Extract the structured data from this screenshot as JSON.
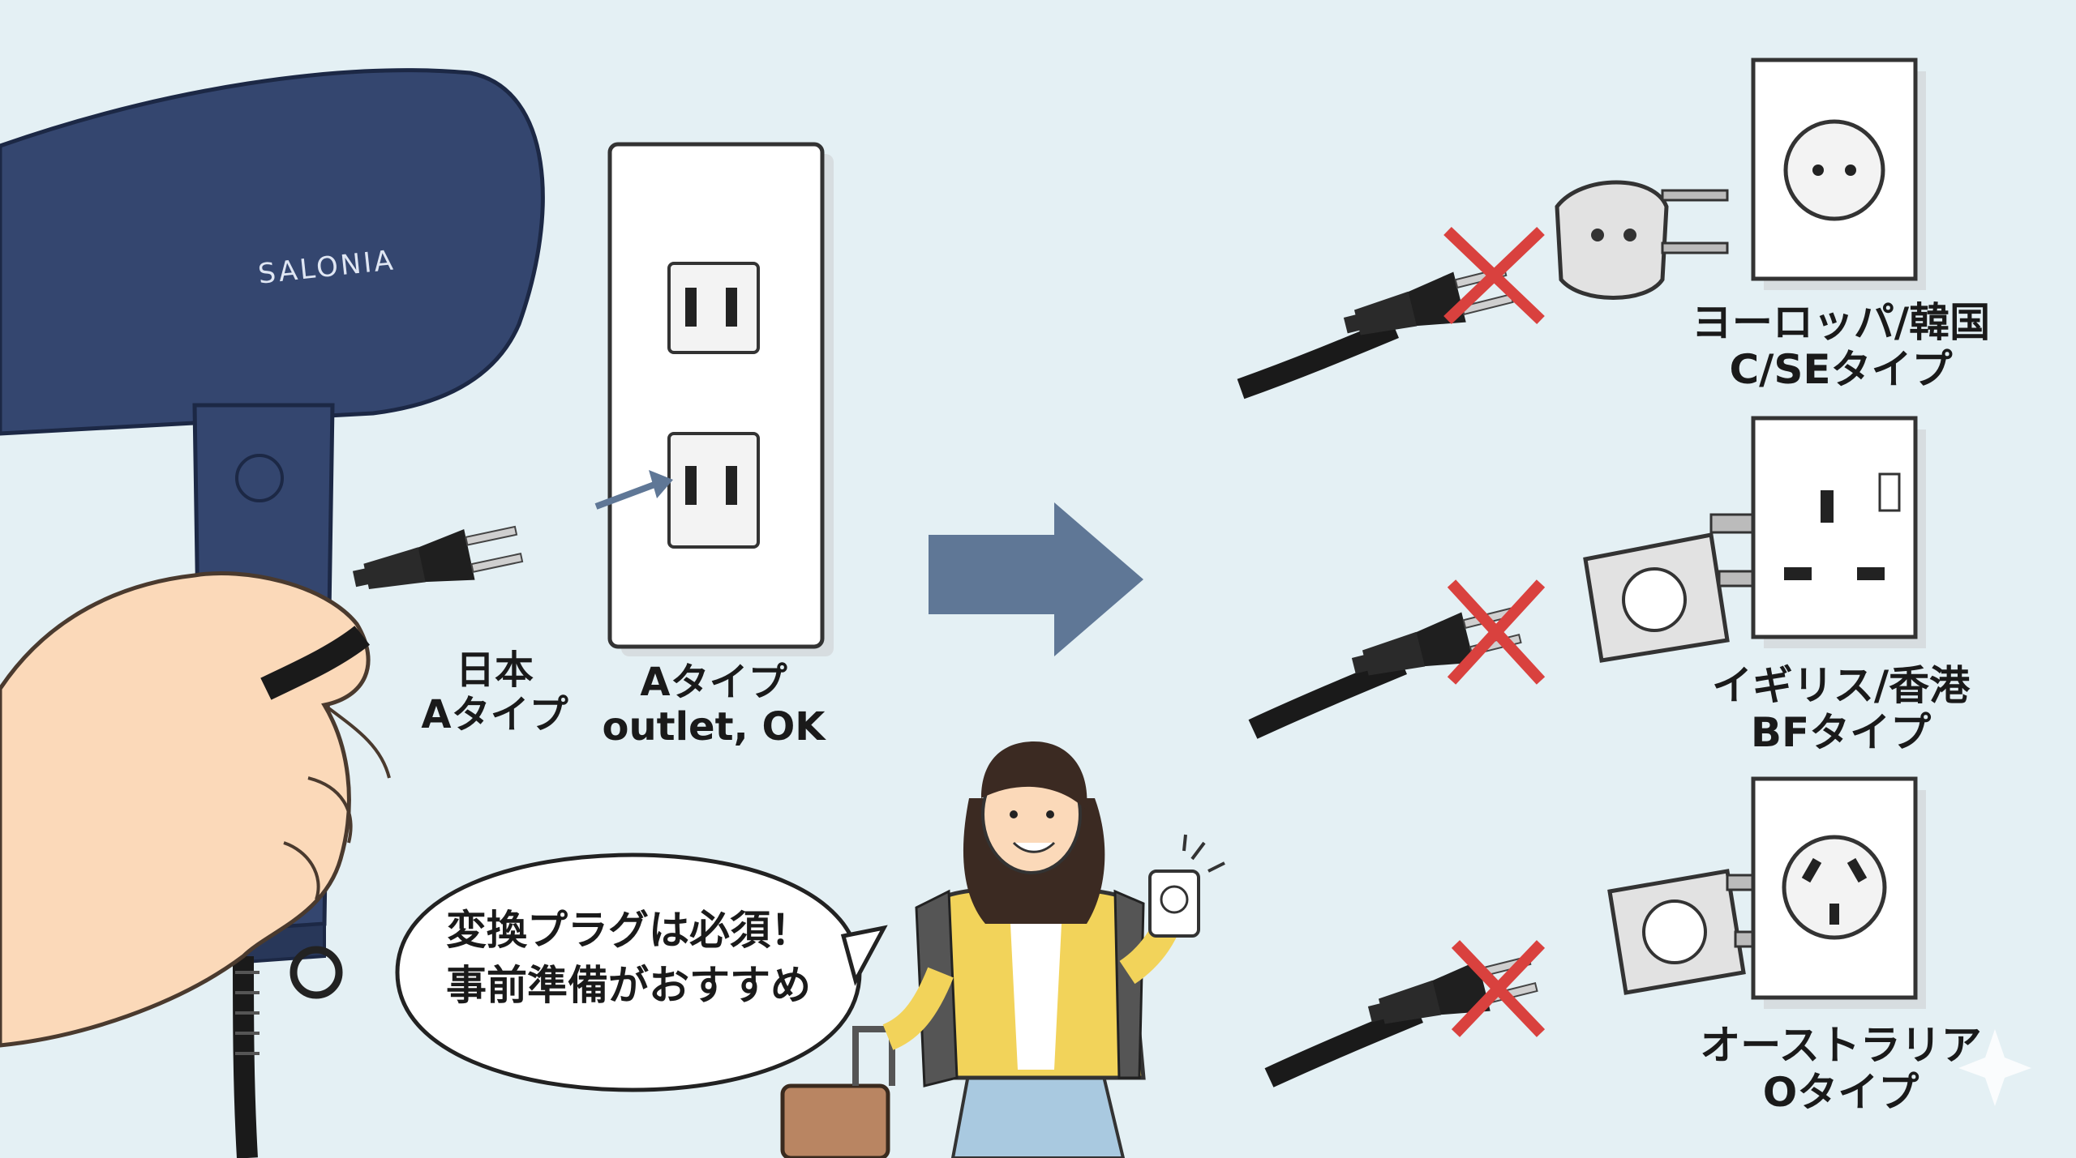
{
  "dryer": {
    "brand": "SALONIA"
  },
  "japan_plug": {
    "line1": "日本",
    "line2": "Aタイプ"
  },
  "japan_outlet": {
    "line1": "Aタイプ",
    "line2": "outlet, OK"
  },
  "speech_bubble": {
    "line1": "変換プラグは必須！",
    "line2": "事前準備がおすすめ"
  },
  "regions": [
    {
      "line1": "ヨーロッパ/韓国",
      "line2": "C/SEタイプ",
      "compatible": false
    },
    {
      "line1": "イギリス/香港",
      "line2": "BFタイプ",
      "compatible": false
    },
    {
      "line1": "オーストラリア",
      "line2": "Oタイプ",
      "compatible": false
    }
  ],
  "colors": {
    "background": "#e4f0f4",
    "dryer": "#34466f",
    "arrow": "#5f7796",
    "cross": "#d9413e",
    "plug": "#2b2b2b",
    "cardigan": "#f2d35a",
    "suitcase": "#b98562"
  }
}
